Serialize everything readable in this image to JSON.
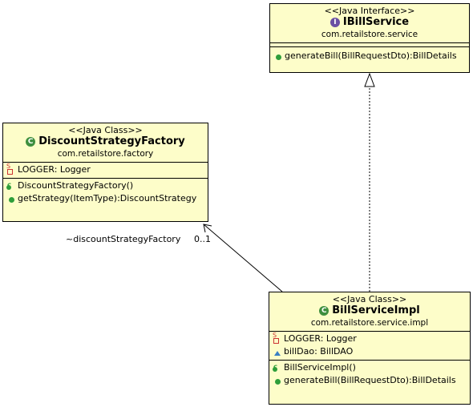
{
  "interface": {
    "stereotype": "<<Java Interface>>",
    "name": "IBillService",
    "package": "com.retailstore.service",
    "operations": [
      "generateBill(BillRequestDto):BillDetails"
    ]
  },
  "factory": {
    "stereotype": "<<Java Class>>",
    "name": "DiscountStrategyFactory",
    "package": "com.retailstore.factory",
    "fields": [
      "LOGGER: Logger"
    ],
    "operations": [
      "DiscountStrategyFactory()",
      "getStrategy(ItemType):DiscountStrategy"
    ]
  },
  "impl": {
    "stereotype": "<<Java Class>>",
    "name": "BillServiceImpl",
    "package": "com.retailstore.service.impl",
    "fields": [
      "LOGGER: Logger",
      "billDao: BillDAO"
    ],
    "operations": [
      "BillServiceImpl()",
      "generateBill(BillRequestDto):BillDetails"
    ]
  },
  "association": {
    "role": "~discountStrategyFactory",
    "multiplicity": "0..1"
  },
  "colors": {
    "class_fill": "#fdfdc9",
    "interface_icon": "#6a4fa3",
    "class_icon": "#3e8f3e",
    "public_dot": "#2e9e3a"
  }
}
